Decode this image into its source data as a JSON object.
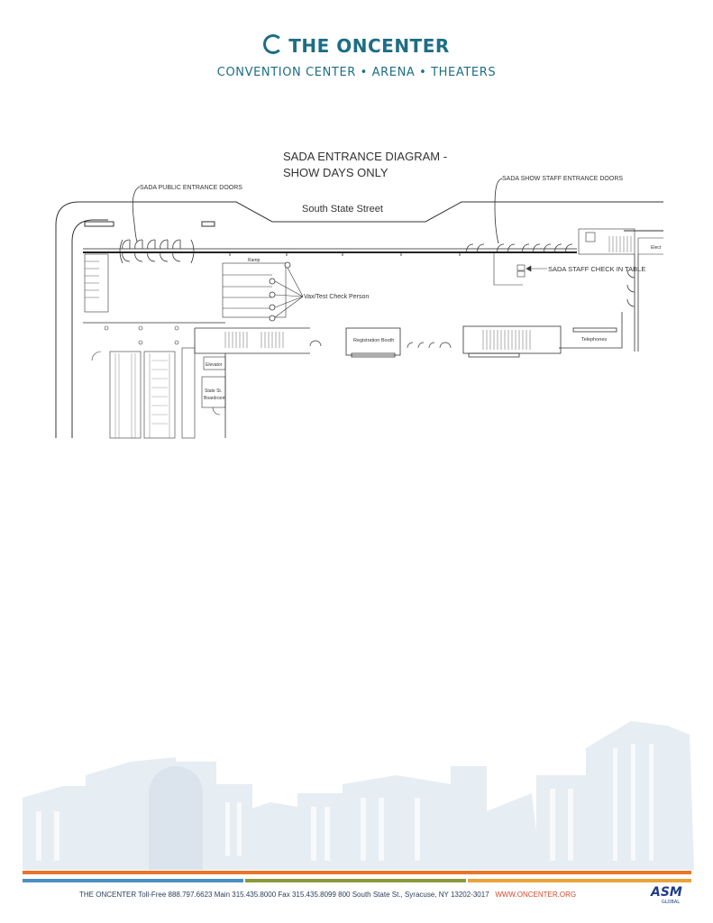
{
  "header": {
    "logo_text": "THE ONCENTER",
    "tagline": "CONVENTION CENTER • ARENA • THEATERS"
  },
  "diagram": {
    "title_line1": "SADA ENTRANCE DIAGRAM -",
    "title_line2": "SHOW DAYS ONLY",
    "public_doors": "SADA PUBLIC ENTRANCE DOORS",
    "staff_doors": "SADA SHOW STAFF ENTRANCE DOORS",
    "street": "South State Street",
    "staff_checkin": "SADA STAFF CHECK IN TABLE",
    "vax_check": "Vax/Test Check Person",
    "ramp": "Ramp",
    "registration_booth": "Registration Booth",
    "telephones": "Telephones",
    "elevator": "Elevator",
    "boardroom_line1": "State St.",
    "boardroom_line2": "Boardroom",
    "elec": "Elect"
  },
  "footer": {
    "text": "THE ONCENTER   Toll-Free  888.797.6623   Main  315.435.8000   Fax  315.435.8099   800 South State St., Syracuse, NY 13202-3017",
    "website": "WWW.ONCENTER.ORG",
    "logo_text": "ASM",
    "logo_sub": "GLOBAL",
    "stripe_colors": [
      "#4a8fc4",
      "#e8752a",
      "#8a9a3a",
      "#e9a33a"
    ]
  }
}
